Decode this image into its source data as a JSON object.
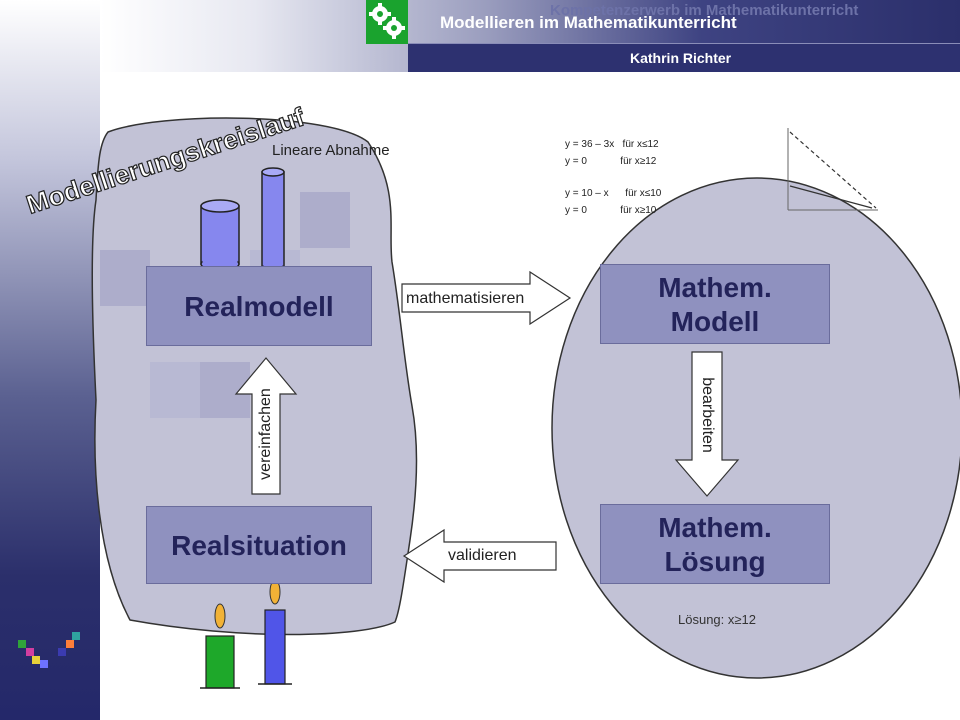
{
  "header": {
    "tagline": "Kompetenzerwerb im Mathematikunterricht",
    "title": "Modellieren im Mathematikunterricht",
    "author": "Kathrin Richter"
  },
  "diagram": {
    "cycle_title": "Modellierungskreislauf",
    "chart_caption": "Lineare Abnahme",
    "nodes": {
      "realmodell": "Realmodell",
      "realsituation": "Realsituation",
      "mathem_modell": [
        "Mathem.",
        "Modell"
      ],
      "mathem_loesung": [
        "Mathem.",
        "Lösung"
      ]
    },
    "edges": {
      "mathematisieren": "mathematisieren",
      "bearbeiten": "bearbeiten",
      "validieren": "validieren",
      "vereinfachen": "vereinfachen"
    },
    "equations": [
      "y = 36 – 3x   für x≤12",
      "y = 0            für x≥12",
      "y = 10 – x      für x≤10",
      "y = 0            für x≥10"
    ],
    "solution": "Lösung: x≥12"
  },
  "colors": {
    "box_fill": "#8f91bf",
    "blob_fill": "#c2c2d6",
    "circle_fill": "#c2c2d6",
    "header_dark": "#2d3170",
    "logo_green": "#1aa32e"
  }
}
